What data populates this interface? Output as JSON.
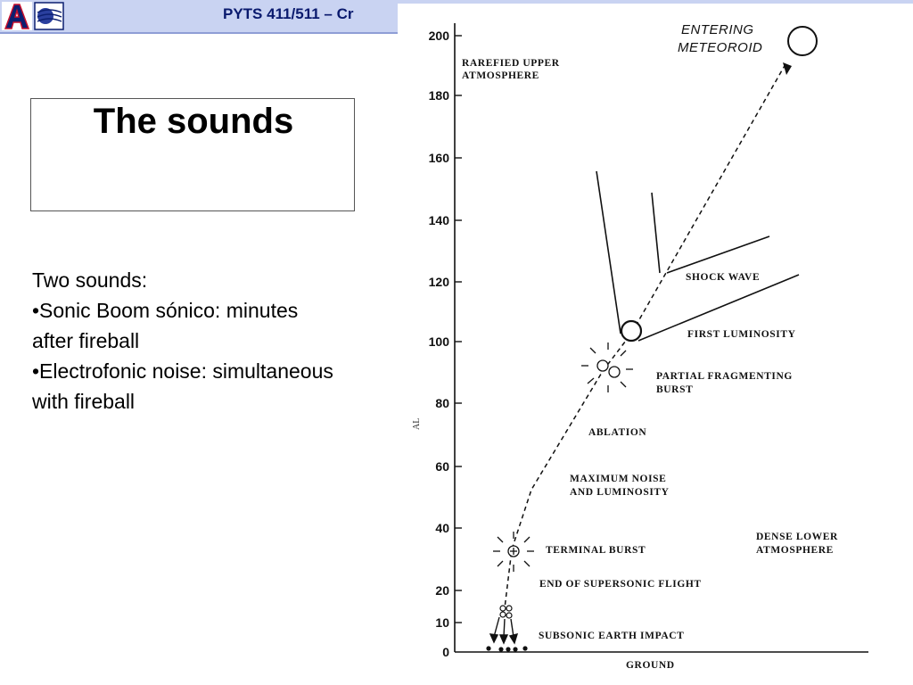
{
  "header": {
    "title": "PYTS 411/511 – Cr"
  },
  "slide": {
    "title": "The sounds",
    "body_lines": [
      "Two sounds:",
      "•Sonic Boom sónico: minutes",
      "after fireball",
      "•Electrofonic noise: simultaneous",
      "with fireball"
    ]
  },
  "diagram": {
    "axis_ticks": [
      "200",
      "180",
      "160",
      "140",
      "120",
      "100",
      "80",
      "60",
      "40",
      "20",
      "10",
      "0"
    ],
    "axis_label_fragment": "AL",
    "entering_line1": "ENTERING",
    "entering_line2": "METEOROID",
    "labels": {
      "rarefied_1": "RAREFIED UPPER",
      "rarefied_2": "ATMOSPHERE",
      "shock_wave": "SHOCK WAVE",
      "first_luminosity": "FIRST LUMINOSITY",
      "partial_1": "PARTIAL FRAGMENTING",
      "partial_2": "BURST",
      "ablation": "ABLATION",
      "max_noise_1": "MAXIMUM NOISE",
      "max_noise_2": "AND LUMINOSITY",
      "terminal_burst": "TERMINAL BURST",
      "dense_1": "DENSE LOWER",
      "dense_2": "ATMOSPHERE",
      "end_supersonic": "END OF SUPERSONIC FLIGHT",
      "subsonic_impact": "SUBSONIC EARTH IMPACT",
      "ground": "GROUND"
    }
  }
}
